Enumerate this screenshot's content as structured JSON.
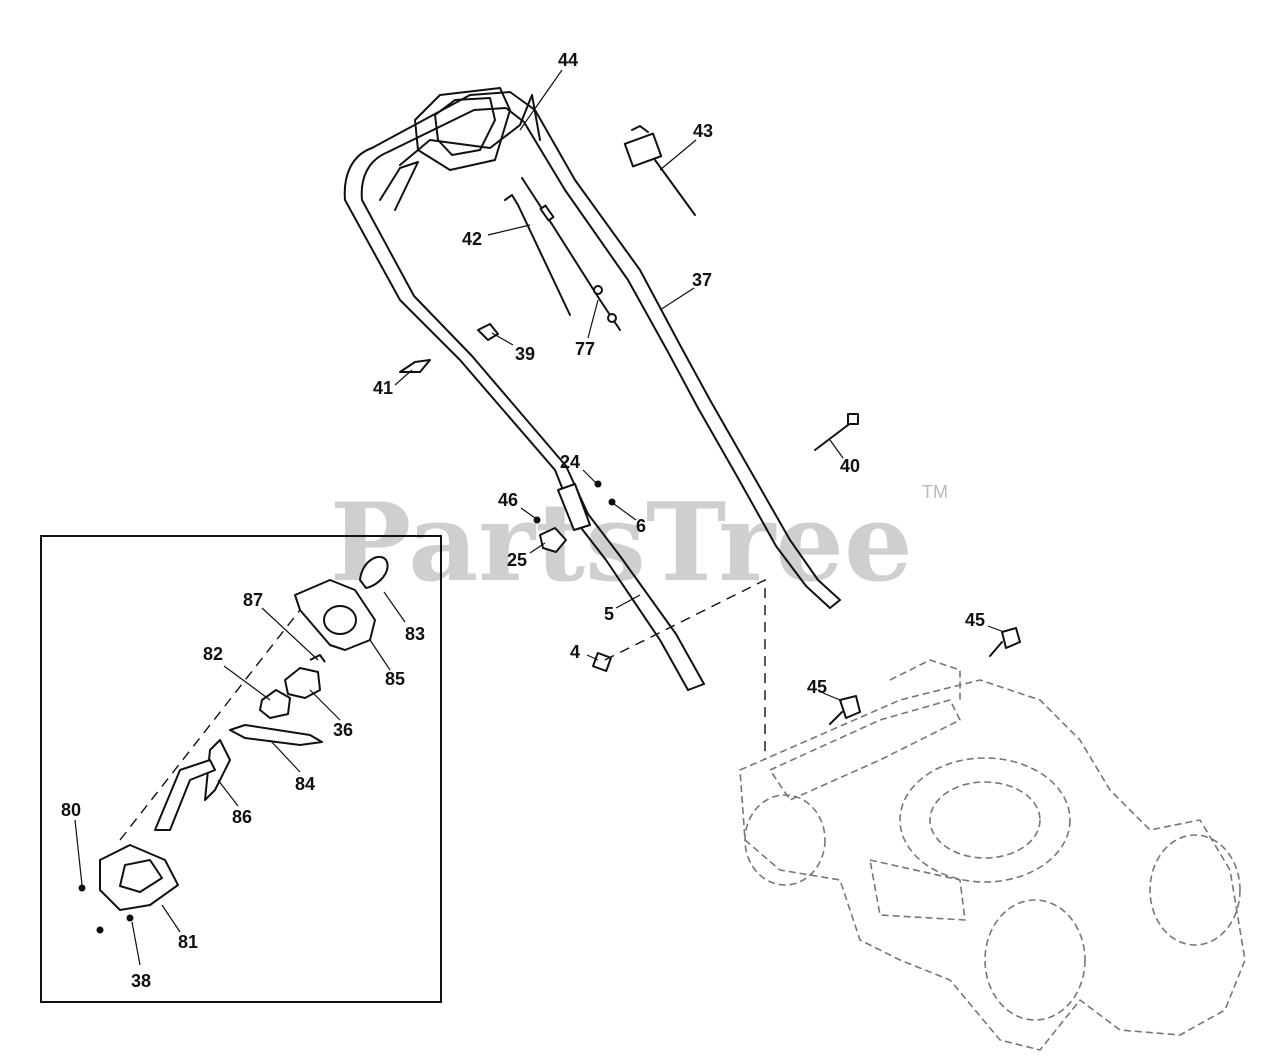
{
  "watermark": {
    "text": "PartsTree",
    "trademark": "TM"
  },
  "callouts": {
    "c44": "44",
    "c43": "43",
    "c42": "42",
    "c37": "37",
    "c77": "77",
    "c39": "39",
    "c41": "41",
    "c40": "40",
    "c24": "24",
    "c46": "46",
    "c6": "6",
    "c25": "25",
    "c5": "5",
    "c4": "4",
    "c45a": "45",
    "c45b": "45",
    "c87": "87",
    "c83": "83",
    "c82": "82",
    "c85": "85",
    "c36": "36",
    "c84": "84",
    "c86": "86",
    "c80": "80",
    "c81": "81",
    "c38": "38"
  }
}
